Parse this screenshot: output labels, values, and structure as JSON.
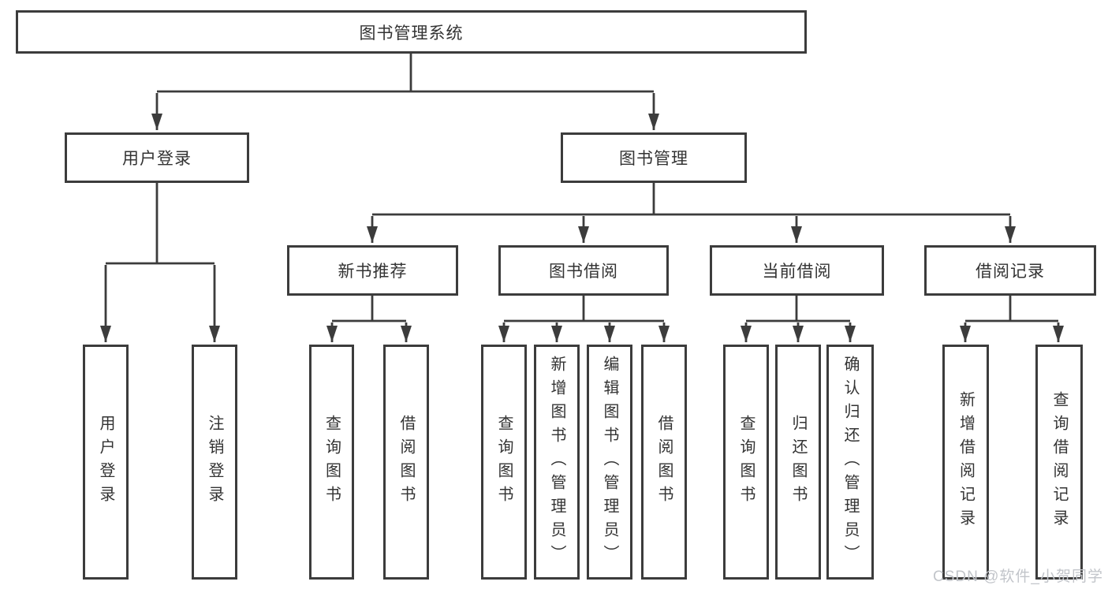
{
  "tree": {
    "label": "图书管理系统",
    "children": [
      {
        "label": "用户登录",
        "children": [
          {
            "label": "用户登录"
          },
          {
            "label": "注销登录"
          }
        ]
      },
      {
        "label": "图书管理",
        "children": [
          {
            "label": "新书推荐",
            "children": [
              {
                "label": "查询图书"
              },
              {
                "label": "借阅图书"
              }
            ]
          },
          {
            "label": "图书借阅",
            "children": [
              {
                "label": "查询图书"
              },
              {
                "label": "新增图书（管理员）"
              },
              {
                "label": "编辑图书（管理员）"
              },
              {
                "label": "借阅图书"
              }
            ]
          },
          {
            "label": "当前借阅",
            "children": [
              {
                "label": "查询图书"
              },
              {
                "label": "归还图书"
              },
              {
                "label": "确认归还（管理员）"
              }
            ]
          },
          {
            "label": "借阅记录",
            "children": [
              {
                "label": "新增借阅记录"
              },
              {
                "label": "查询借阅记录"
              }
            ]
          }
        ]
      }
    ]
  },
  "watermark": {
    "text": "CSDN @软件_小贺同学"
  },
  "colors": {
    "line": "#3c3c3c",
    "box_border": "#3c3c3c",
    "text": "#333333",
    "background": "#ffffff",
    "watermark": "#c2c5ca"
  }
}
